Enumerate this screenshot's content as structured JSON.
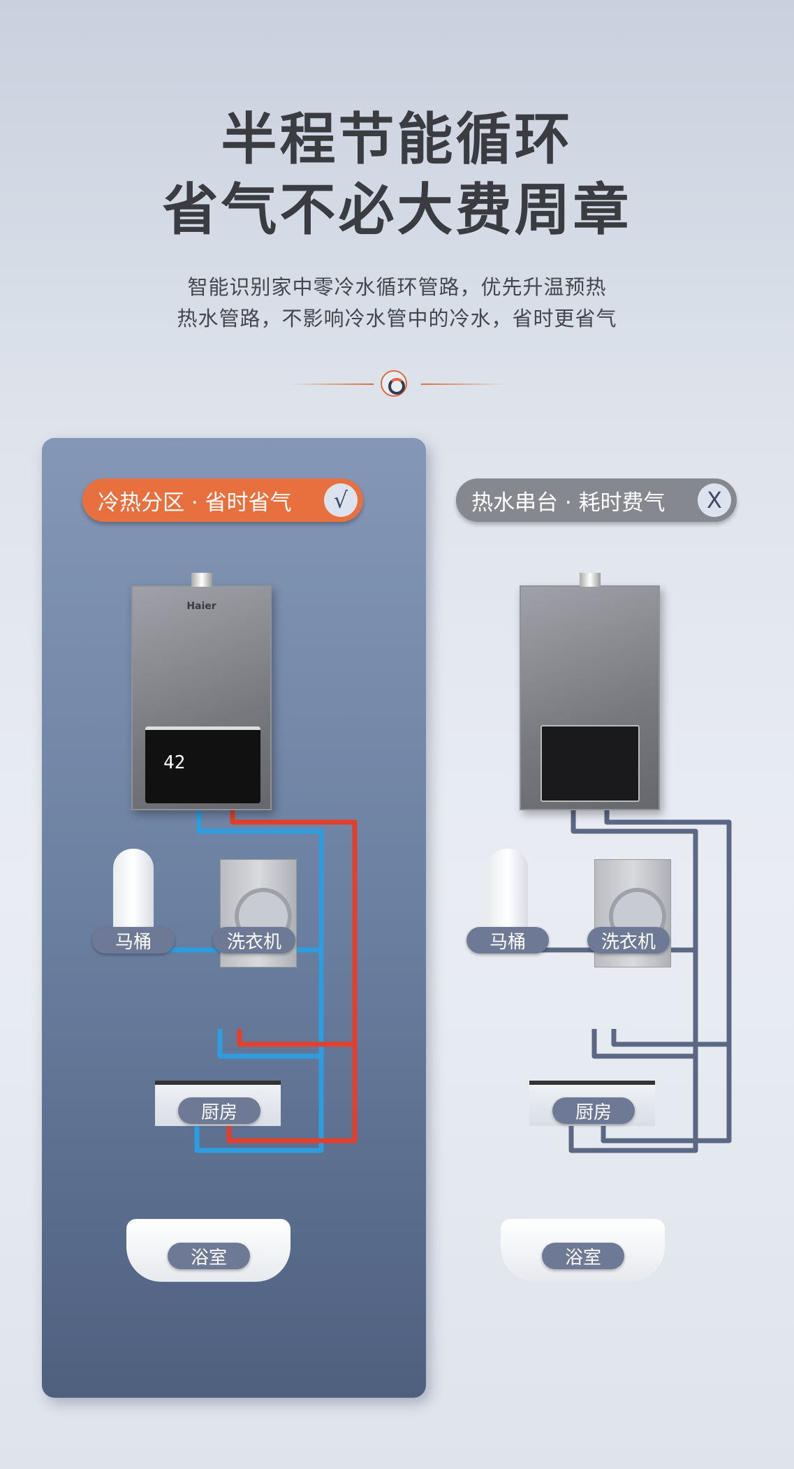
{
  "header": {
    "title_line1": "半程节能循环",
    "title_line2": "省气不必大费周章",
    "subtitle_line1": "智能识别家中零冷水循环管路，优先升温预热",
    "subtitle_line2": "热水管路，不影响冷水管中的冷水，省时更省气"
  },
  "left": {
    "badge": "冷热分区 · 省时省气",
    "mark": "√",
    "brand": "Haier",
    "display_temp": "42",
    "labels": {
      "toilet": "马桶",
      "washer": "洗衣机",
      "kitchen": "厨房",
      "bath": "浴室"
    }
  },
  "right": {
    "badge": "热水串台 · 耗时费气",
    "mark": "X",
    "labels": {
      "toilet": "马桶",
      "washer": "洗衣机",
      "kitchen": "厨房",
      "bath": "浴室"
    }
  },
  "colors": {
    "accent": "#e8703f",
    "hot": "#e0402c",
    "cold": "#2d9de0",
    "grey_pipe": "#5c6784"
  }
}
